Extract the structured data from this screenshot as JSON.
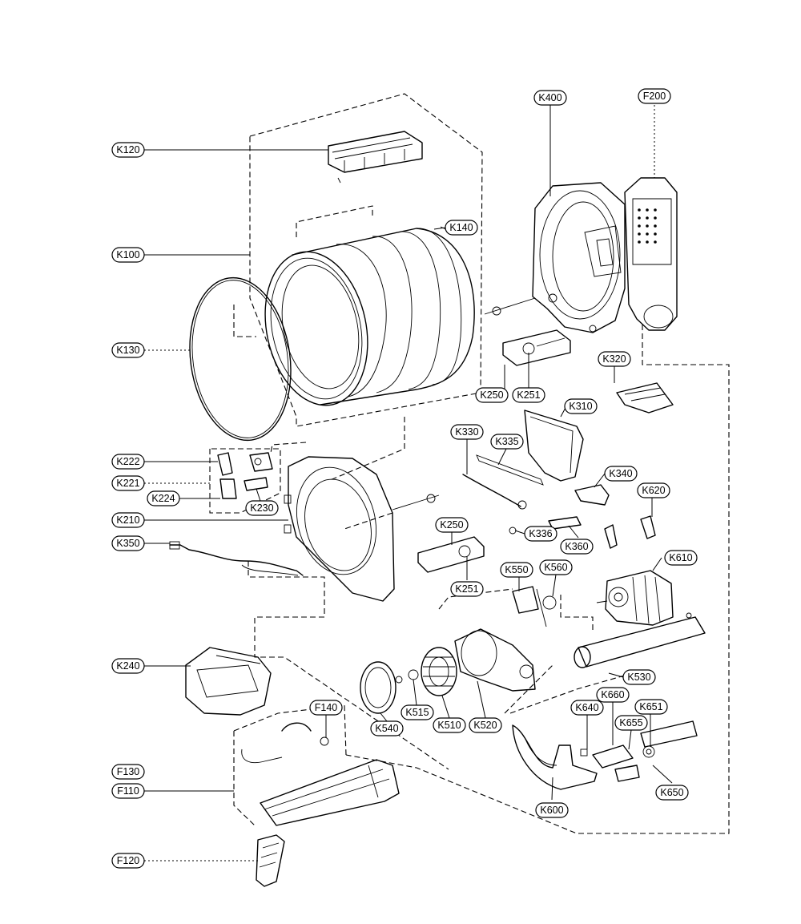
{
  "diagram": {
    "type": "exploded-parts-diagram",
    "labels": [
      {
        "id": "K120",
        "text": "K120"
      },
      {
        "id": "K100",
        "text": "K100"
      },
      {
        "id": "K130",
        "text": "K130"
      },
      {
        "id": "K140",
        "text": "K140"
      },
      {
        "id": "K400",
        "text": "K400"
      },
      {
        "id": "F200",
        "text": "F200"
      },
      {
        "id": "K250a",
        "text": "K250"
      },
      {
        "id": "K251a",
        "text": "K251"
      },
      {
        "id": "K320",
        "text": "K320"
      },
      {
        "id": "K310",
        "text": "K310"
      },
      {
        "id": "K330",
        "text": "K330"
      },
      {
        "id": "K335",
        "text": "K335"
      },
      {
        "id": "K340",
        "text": "K340"
      },
      {
        "id": "K620",
        "text": "K620"
      },
      {
        "id": "K222",
        "text": "K222"
      },
      {
        "id": "K221",
        "text": "K221"
      },
      {
        "id": "K224",
        "text": "K224"
      },
      {
        "id": "K230",
        "text": "K230"
      },
      {
        "id": "K210",
        "text": "K210"
      },
      {
        "id": "K350",
        "text": "K350"
      },
      {
        "id": "K250b",
        "text": "K250"
      },
      {
        "id": "K336",
        "text": "K336"
      },
      {
        "id": "K360",
        "text": "K360"
      },
      {
        "id": "K251b",
        "text": "K251"
      },
      {
        "id": "K550",
        "text": "K550"
      },
      {
        "id": "K560",
        "text": "K560"
      },
      {
        "id": "K610",
        "text": "K610"
      },
      {
        "id": "K240",
        "text": "K240"
      },
      {
        "id": "K530",
        "text": "K530"
      },
      {
        "id": "K660",
        "text": "K660"
      },
      {
        "id": "K640",
        "text": "K640"
      },
      {
        "id": "K651",
        "text": "K651"
      },
      {
        "id": "K655",
        "text": "K655"
      },
      {
        "id": "K515",
        "text": "K515"
      },
      {
        "id": "K510",
        "text": "K510"
      },
      {
        "id": "K520",
        "text": "K520"
      },
      {
        "id": "K540",
        "text": "K540"
      },
      {
        "id": "F140",
        "text": "F140"
      },
      {
        "id": "F130",
        "text": "F130"
      },
      {
        "id": "F110",
        "text": "F110"
      },
      {
        "id": "K600",
        "text": "K600"
      },
      {
        "id": "K650",
        "text": "K650"
      },
      {
        "id": "F120",
        "text": "F120"
      }
    ]
  }
}
